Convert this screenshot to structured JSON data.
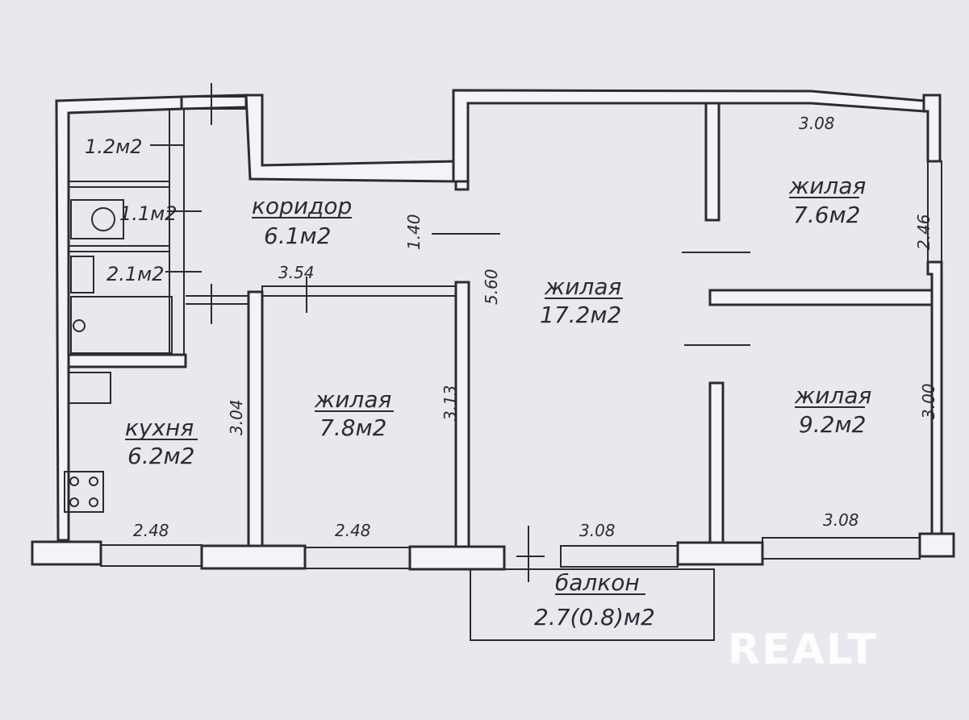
{
  "colors": {
    "paper": "#e9e8ee",
    "ink": "#2b2b33",
    "wall_fill": "#f4f3f7"
  },
  "rooms": {
    "corridor": {
      "name": "коридор",
      "area": "6.1м2"
    },
    "living_center": {
      "name": "жилая",
      "area": "17.2м2"
    },
    "living_top_right": {
      "name": "жилая",
      "area": "7.6м2"
    },
    "living_bottom_right": {
      "name": "жилая",
      "area": "9.2м2"
    },
    "living_middle": {
      "name": "жилая",
      "area": "7.8м2"
    },
    "kitchen": {
      "name": "кухня",
      "area": "6.2м2"
    },
    "balcony": {
      "name": "балкон",
      "area": "2.7(0.8)м2"
    }
  },
  "small_rooms": {
    "closet": "1.2м2",
    "toilet": "1.1м2",
    "bathroom": "2.1м2"
  },
  "dimensions": {
    "top_right_width": "3.08",
    "top_right_height": "2.46",
    "corridor_opening": "1.40",
    "corridor_length": "3.54",
    "center_height": "5.60",
    "middle_height": "3.13",
    "kitchen_height": "3.04",
    "kitchen_width": "2.48",
    "middle_width": "2.48",
    "center_width": "3.08",
    "bottom_right_width": "3.08",
    "bottom_right_height": "3.00"
  },
  "watermark": "REALT"
}
